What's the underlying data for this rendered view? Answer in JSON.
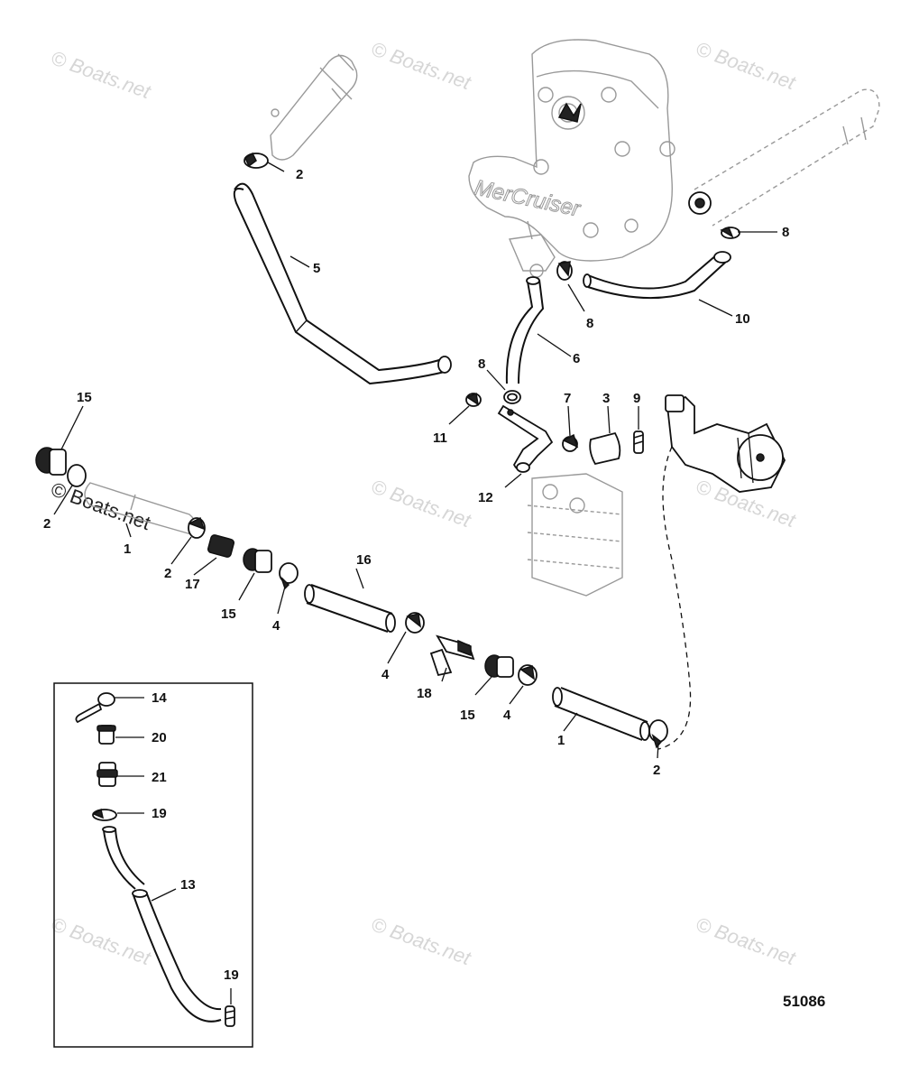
{
  "watermark": {
    "text": "© Boats.net",
    "text_dark": "© Boats.net"
  },
  "diagram_number": "51086",
  "callouts": [
    {
      "id": "c2a",
      "num": "2"
    },
    {
      "id": "c5",
      "num": "5"
    },
    {
      "id": "c8a",
      "num": "8"
    },
    {
      "id": "c10",
      "num": "10"
    },
    {
      "id": "c8b",
      "num": "8"
    },
    {
      "id": "c6",
      "num": "6"
    },
    {
      "id": "c8c",
      "num": "8"
    },
    {
      "id": "c11",
      "num": "11"
    },
    {
      "id": "c7",
      "num": "7"
    },
    {
      "id": "c3",
      "num": "3"
    },
    {
      "id": "c9",
      "num": "9"
    },
    {
      "id": "c12",
      "num": "12"
    },
    {
      "id": "c15a",
      "num": "15"
    },
    {
      "id": "c2b",
      "num": "2"
    },
    {
      "id": "c1a",
      "num": "1"
    },
    {
      "id": "c2c",
      "num": "2"
    },
    {
      "id": "c17",
      "num": "17"
    },
    {
      "id": "c15b",
      "num": "15"
    },
    {
      "id": "c4a",
      "num": "4"
    },
    {
      "id": "c16",
      "num": "16"
    },
    {
      "id": "c4b",
      "num": "4"
    },
    {
      "id": "c18",
      "num": "18"
    },
    {
      "id": "c15c",
      "num": "15"
    },
    {
      "id": "c4c",
      "num": "4"
    },
    {
      "id": "c1b",
      "num": "1"
    },
    {
      "id": "c2d",
      "num": "2"
    },
    {
      "id": "c14",
      "num": "14"
    },
    {
      "id": "c20",
      "num": "20"
    },
    {
      "id": "c21",
      "num": "21"
    },
    {
      "id": "c19a",
      "num": "19"
    },
    {
      "id": "c13",
      "num": "13"
    },
    {
      "id": "c19b",
      "num": "19"
    }
  ],
  "engine_logo": "MerCruiser"
}
